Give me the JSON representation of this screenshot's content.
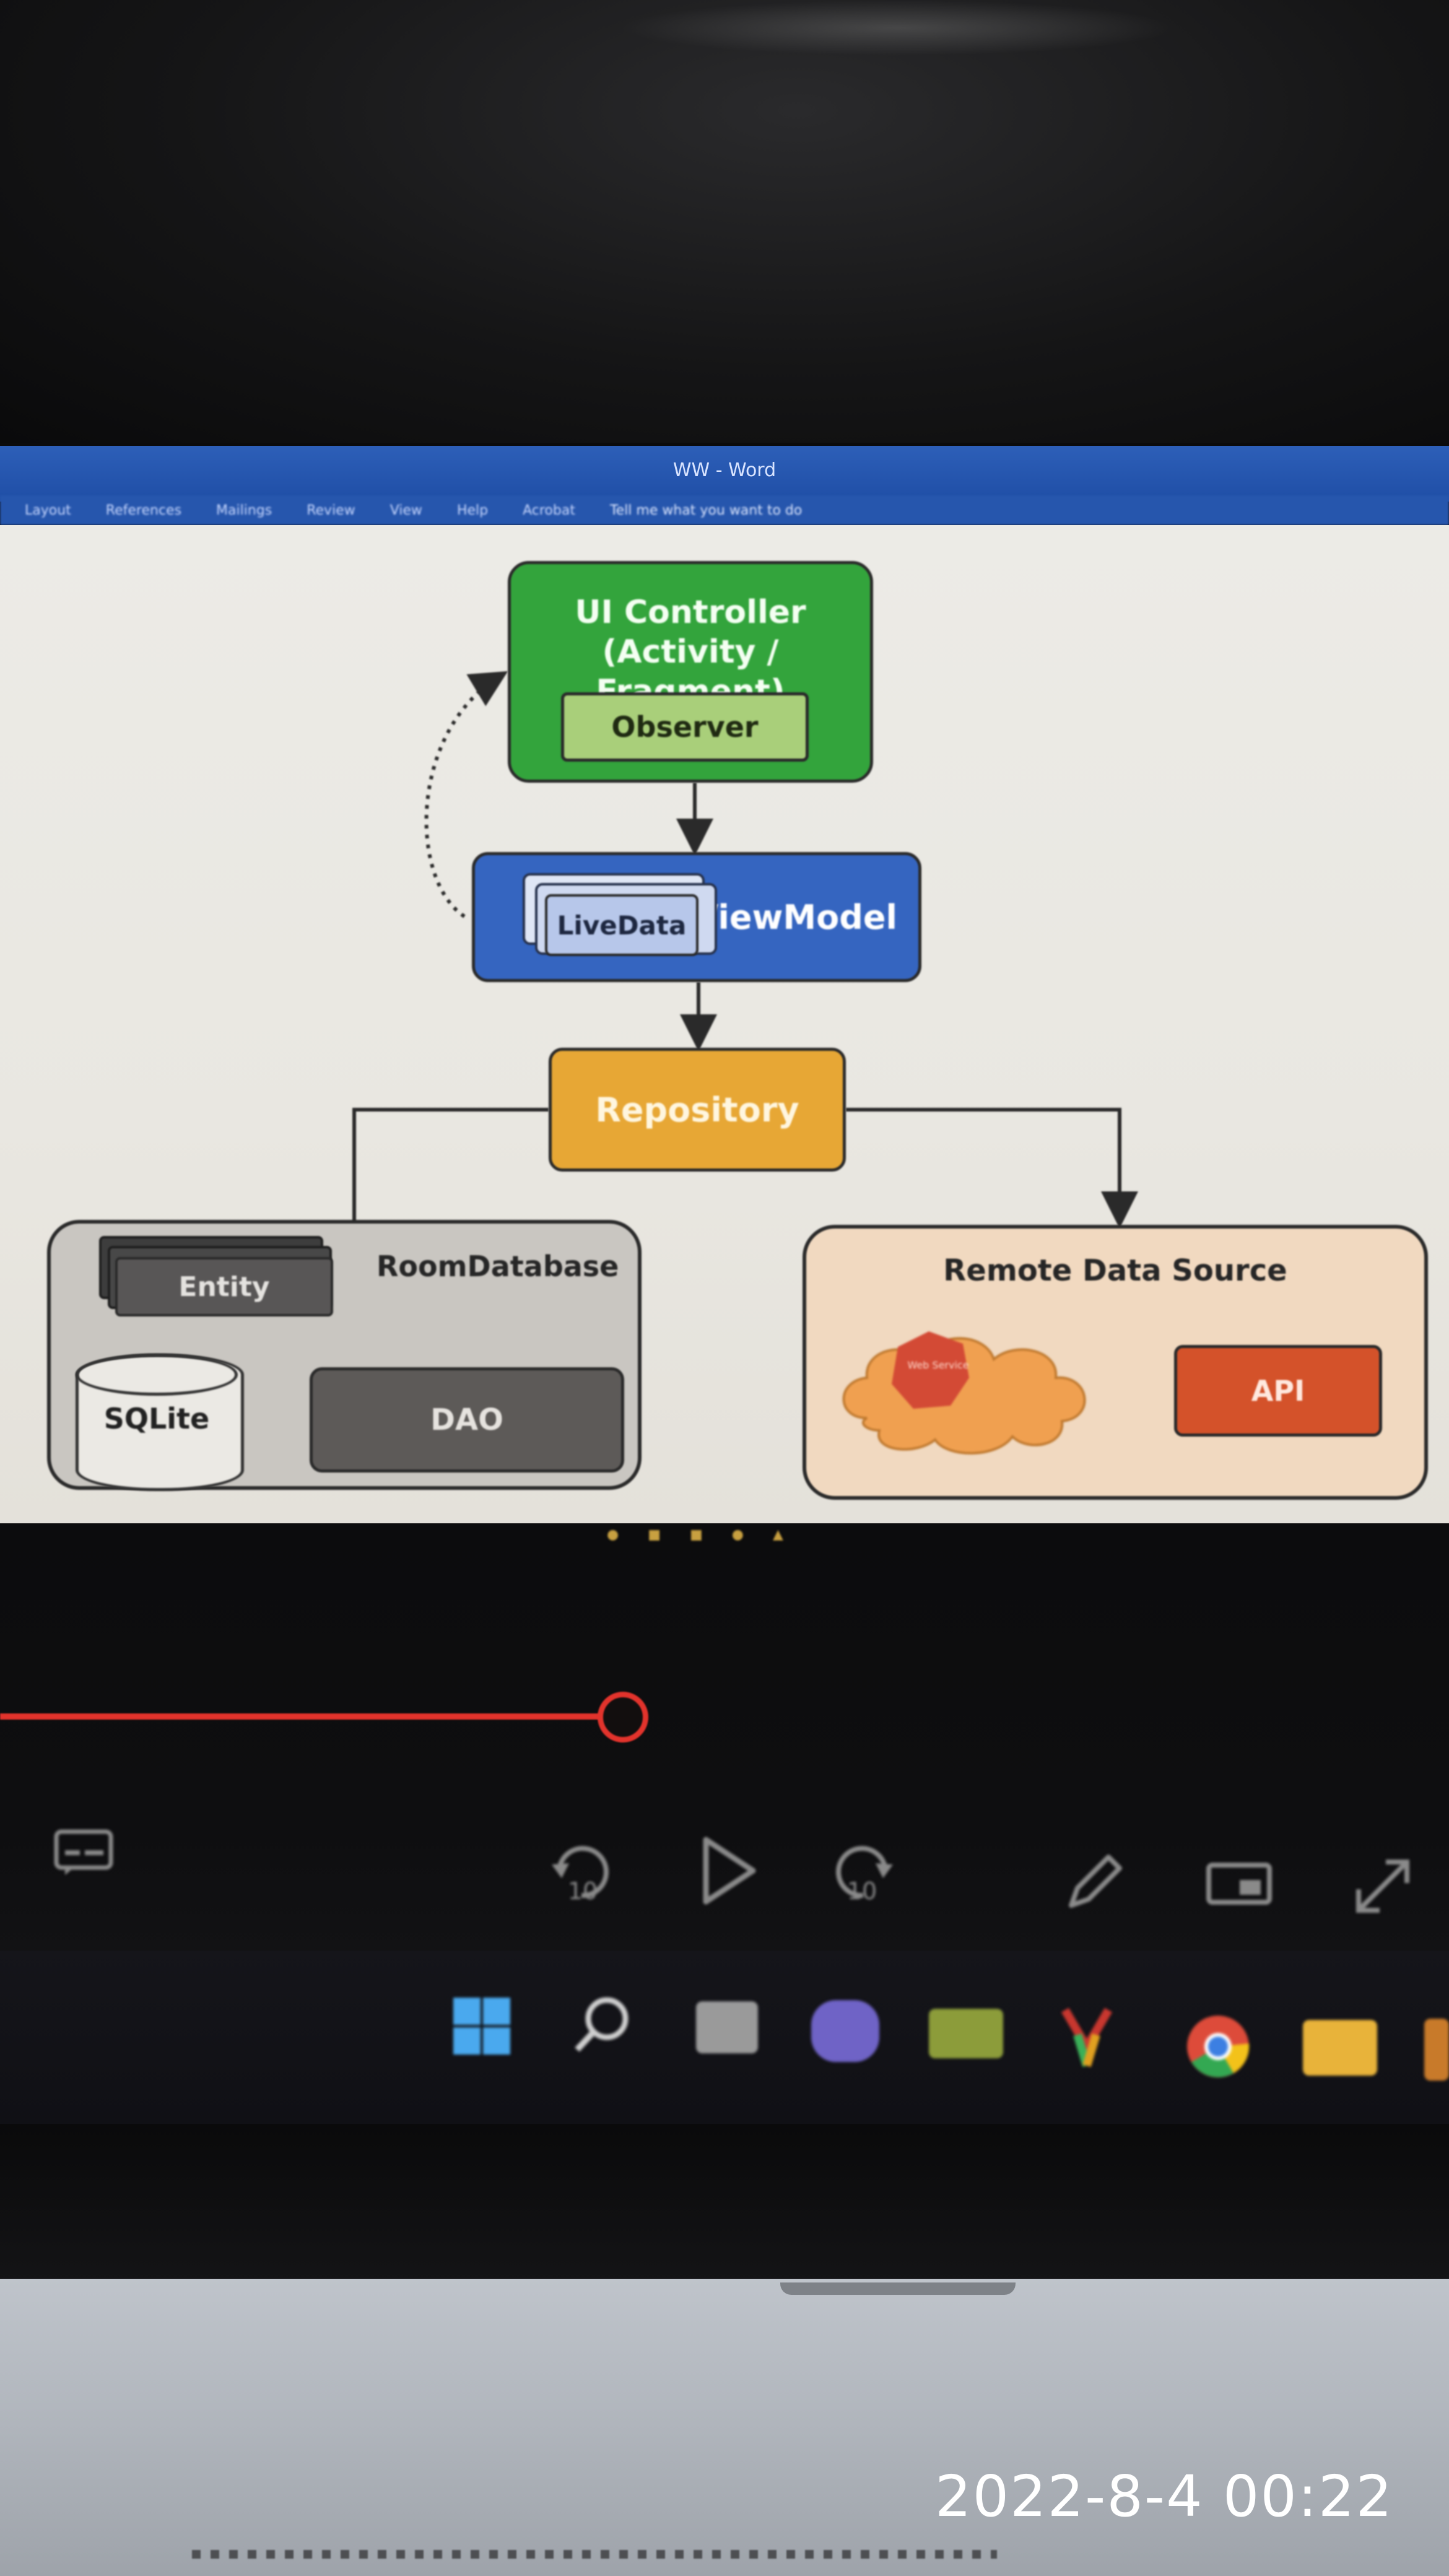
{
  "word_window": {
    "title": "WW - Word",
    "ribbon_tabs": [
      "Layout",
      "References",
      "Mailings",
      "Review",
      "View",
      "Help",
      "Acrobat"
    ],
    "tell_me": "Tell me what you want to do"
  },
  "diagram": {
    "ui_controller": "UI Controller\n(Activity / Fragment)",
    "observer": "Observer",
    "livedata": "LiveData",
    "viewmodel": "ViewModel",
    "repository": "Repository",
    "room_database": "RoomDatabase",
    "entity": "Entity",
    "sqlite": "SQLite",
    "dao": "DAO",
    "remote_data_source": "Remote Data Source",
    "web_hint": "Web Service",
    "api": "API"
  },
  "player": {
    "progress_fraction": 0.43,
    "colors": {
      "progress": "#e2332c"
    },
    "controls": [
      "captions-icon",
      "rewind-10-icon",
      "play-icon",
      "forward-10-icon",
      "pen-icon",
      "miniplayer-icon",
      "fullscreen-icon"
    ]
  },
  "taskbar": {
    "icons": [
      "windows-start-icon",
      "search-icon",
      "file-explorer-icon",
      "teams-icon",
      "minecraft-icon",
      "office-icon",
      "chrome-icon",
      "folder-icon",
      "app-icon"
    ]
  },
  "overlay": {
    "timestamp": "2022-8-4 00:22"
  }
}
